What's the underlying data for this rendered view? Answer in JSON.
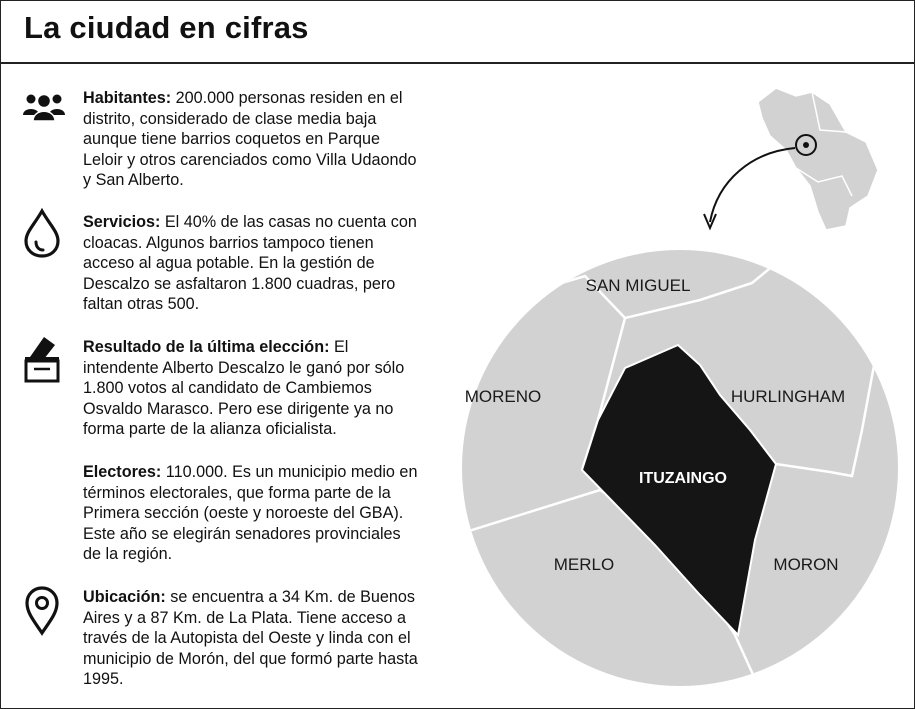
{
  "header": {
    "title": "La ciudad en cifras"
  },
  "items": [
    {
      "label": "Habitantes:",
      "text": " 200.000 personas residen en el distrito, considerado de clase media baja aunque tiene barrios coquetos en Parque Leloir y otros carenciados como Villa Udaondo y San Alberto.",
      "icon": "people-icon"
    },
    {
      "label": "Servicios:",
      "text": " El 40% de las casas no cuenta con cloacas. Algunos barrios tampoco tienen acceso al agua potable. En la gestión de Descalzo se asfaltaron 1.800 cuadras, pero faltan otras 500.",
      "icon": "water-drop-icon"
    },
    {
      "label": "Resultado de la última elección:",
      "text": " El intendente Alberto Descalzo le ganó por sólo 1.800 votos al candidato de Cambiemos Osvaldo Marasco. Pero ese dirigente ya no forma parte de la alianza oficialista.",
      "icon": "ballot-box-icon"
    },
    {
      "label": "Electores:",
      "text": " 110.000. Es un municipio medio en términos electorales, que forma parte de la Primera sección (oeste y noroeste del GBA). Este año se elegirán senadores provinciales de la región.",
      "icon": ""
    },
    {
      "label": "Ubicación:",
      "text": " se encuentra a 34 Km. de Buenos Aires y a 87 Km. de La Plata. Tiene acceso a través de la Autopista del Oeste y linda con el municipio de Morón, del que formó parte hasta 1995.",
      "icon": "location-pin-icon"
    }
  ],
  "map": {
    "regions": {
      "san_miguel": "SAN MIGUEL",
      "moreno": "MORENO",
      "hurlingham": "HURLINGHAM",
      "ituzaingo": "ITUZAINGO",
      "merlo": "MERLO",
      "moron": "MORON"
    },
    "colors": {
      "highlight": "#151515",
      "neighbors": "#d2d2d2",
      "borders": "#ffffff"
    }
  }
}
